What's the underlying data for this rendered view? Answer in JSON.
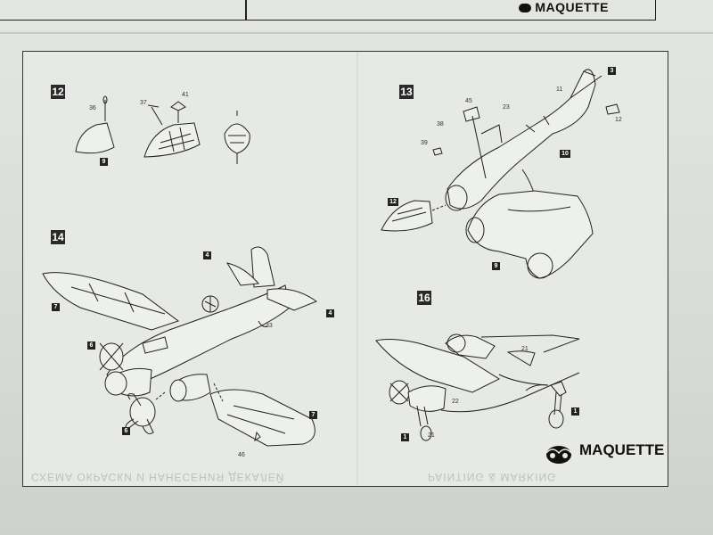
{
  "header": {
    "brand": "MAQUETTE"
  },
  "steps": [
    {
      "number": "12",
      "parts": [
        "36",
        "37",
        "41"
      ],
      "boxed_parts": [
        "9"
      ]
    },
    {
      "number": "13",
      "parts": [
        "45",
        "23",
        "11",
        "38",
        "39",
        "12"
      ],
      "boxed_parts": [
        "3",
        "10",
        "12",
        "9"
      ]
    },
    {
      "number": "14",
      "parts": [
        "33",
        "46"
      ],
      "boxed_parts": [
        "4",
        "7",
        "4",
        "6",
        "6",
        "7"
      ]
    },
    {
      "number": "16",
      "parts": [
        "21",
        "22",
        "21"
      ],
      "boxed_parts": [
        "1",
        "1"
      ]
    }
  ],
  "footer": {
    "brand": "MAQUETTE",
    "mirrored_left": "СХЕМА ОКРАСКИ И НАНЕСЕНИЯ ДЕКАЛЕЙ",
    "mirrored_right": "PAINTING & MARKING"
  }
}
